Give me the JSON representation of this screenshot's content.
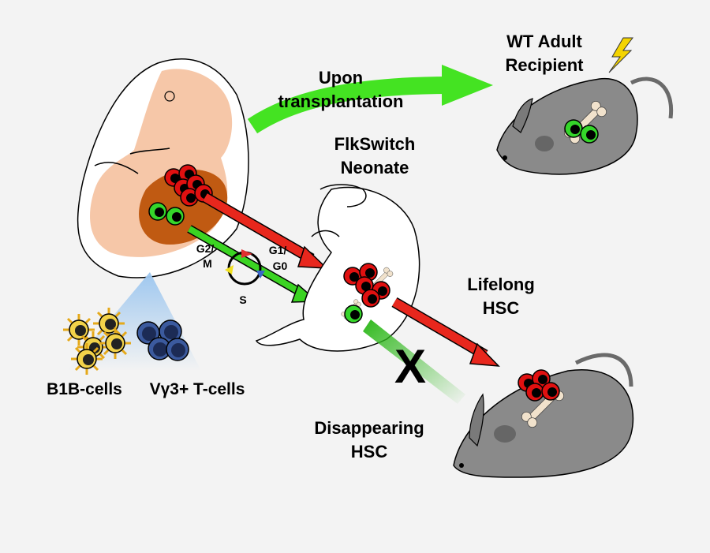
{
  "labels": {
    "upon_line1": "Upon",
    "upon_line2": "transplantation",
    "wt_line1": "WT Adult",
    "wt_line2": "Recipient",
    "flk_line1": "FlkSwitch",
    "flk_line2": "Neonate",
    "lifelong_line1": "Lifelong",
    "lifelong_line2": "HSC",
    "disappearing_line1": "Disappearing",
    "disappearing_line2": "HSC",
    "b1b_cells": "B1B-cells",
    "vg3_tcells": "Vγ3+ T-cells",
    "x_mark": "X",
    "cycle_g2m_1": "G2/",
    "cycle_g2m_2": "M",
    "cycle_g1g0_1": "G1/",
    "cycle_g1g0_2": "G0",
    "cycle_s": "S"
  },
  "colors": {
    "background": "#f3f3f3",
    "embryo": "#f6c7a8",
    "liver": "#c05a12",
    "red_arrow": "#e8271d",
    "green_arrow": "#3bd422",
    "mouse": "#8a8a8a",
    "bone": "#f1e2cc",
    "red_cell": "#e01010",
    "green_cell": "#35d62a",
    "b_cell": "#e5c33a",
    "t_cell": "#3b5a9e"
  }
}
